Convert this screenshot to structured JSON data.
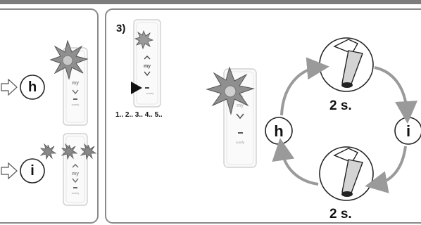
{
  "left_panel": {
    "top_row_target": "h",
    "bottom_row_target": "i"
  },
  "right_panel": {
    "step_label": "3)",
    "press_count": "1.. 2.. 3.. 4.. 5..",
    "state_h": "h",
    "state_i": "i",
    "hold_top": "2 s.",
    "hold_bottom": "2 s."
  },
  "remote": {
    "brand": "somfy",
    "my_label": "my",
    "up_symbol": "^",
    "down_symbol": "v"
  }
}
